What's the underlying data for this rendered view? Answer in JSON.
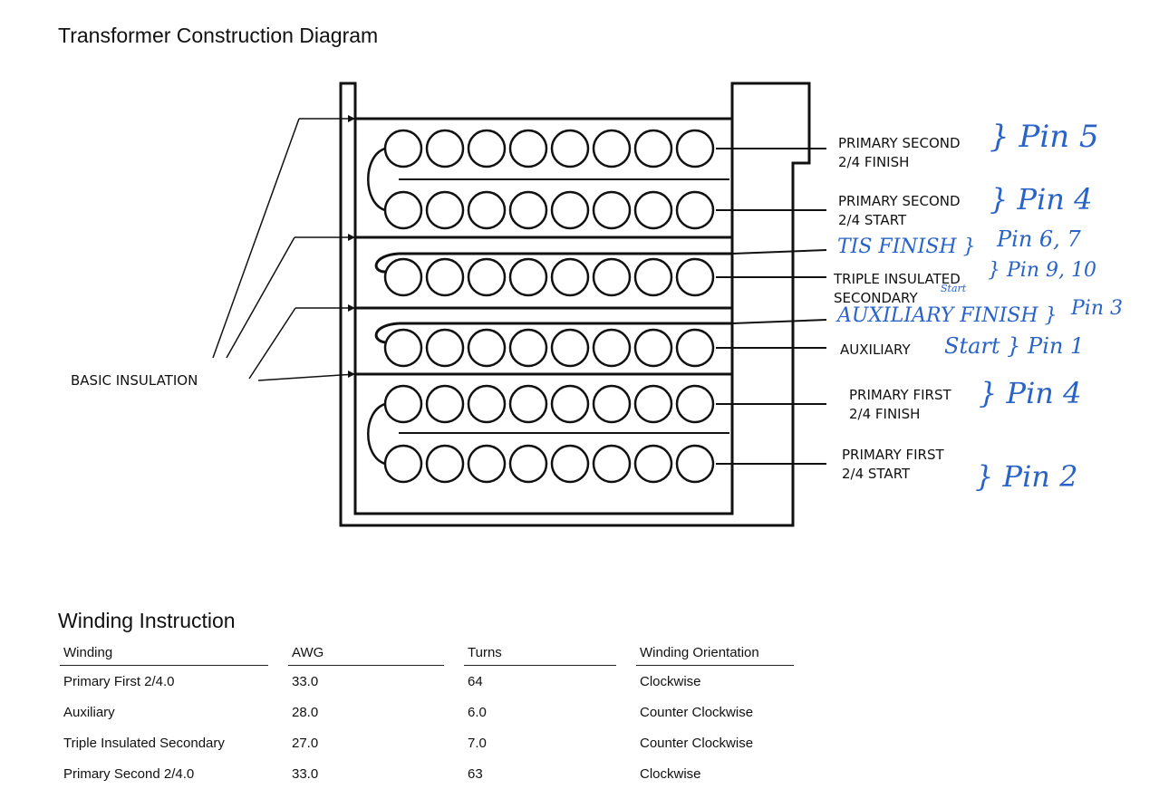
{
  "diagram": {
    "title": "Transformer Construction Diagram",
    "insulation_label": "BASIC INSULATION",
    "labels": {
      "ps_finish_l1": "PRIMARY SECOND",
      "ps_finish_l2": "2/4 FINISH",
      "ps_start_l1": "PRIMARY SECOND",
      "ps_start_l2": "2/4 START",
      "tis_l1": "TRIPLE INSULATED",
      "tis_l2": "SECONDARY",
      "aux": "AUXILIARY",
      "pf_finish_l1": "PRIMARY FIRST",
      "pf_finish_l2": "2/4 FINISH",
      "pf_start_l1": "PRIMARY FIRST",
      "pf_start_l2": "2/4 START"
    },
    "handwritten": {
      "pin5": "} Pin 5",
      "pin4a": "} Pin 4",
      "tis_finish": "TIS FINISH }",
      "pin67": "Pin 6, 7",
      "pin910": "} Pin 9, 10",
      "start_small": "Start",
      "aux_finish": "AUXILIARY FINISH }",
      "pin3": "Pin 3",
      "aux_start": "Start } Pin 1",
      "pin4b": "} Pin 4",
      "pin2": "} Pin 2"
    },
    "colors": {
      "ink": "#111111",
      "handwriting": "#2a63c8"
    }
  },
  "winding": {
    "title": "Winding Instruction",
    "headers": [
      "Winding",
      "AWG",
      "Turns",
      "Winding Orientation"
    ],
    "rows": [
      [
        "Primary First 2/4.0",
        "33.0",
        "64",
        "Clockwise"
      ],
      [
        "Auxiliary",
        "28.0",
        "6.0",
        "Counter Clockwise"
      ],
      [
        "Triple Insulated Secondary",
        "27.0",
        "7.0",
        "Counter Clockwise"
      ],
      [
        "Primary Second 2/4.0",
        "33.0",
        "63",
        "Clockwise"
      ]
    ]
  }
}
